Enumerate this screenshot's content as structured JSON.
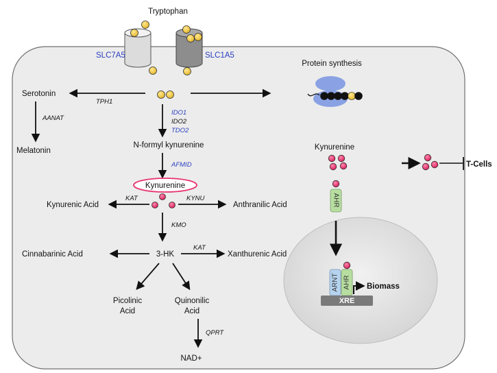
{
  "colors": {
    "cell_fill": "#ececec",
    "nucleus_fill": "#e2e2e2",
    "tryptophan_yellow": "#f3d060",
    "kynurenine_pink": "#e8336e",
    "enzyme_blue": "#2a3fbf",
    "ribosome_blue": "#8aa2e3",
    "ahr_green": "#b7dea0",
    "arnt_blue": "#b6d3ee",
    "xre_gray": "#7a7a7a"
  },
  "top": {
    "tryptophan": "Tryptophan"
  },
  "transporters": {
    "slc7a5": "SLC7A5",
    "slc1a5": "SLC1A5"
  },
  "serotonin_branch": {
    "serotonin": "Serotonin",
    "tph1": "TPH1",
    "aanat": "AANAT",
    "melatonin": "Melatonin"
  },
  "main_pathway": {
    "ido1": "IDO1",
    "ido2": "IDO2",
    "tdo2": "TDO2",
    "n_formyl": "N-formyl kynurenine",
    "afmid": "AFMID",
    "kynurenine": "Kynurenine",
    "kat": "KAT",
    "kynurenic_acid": "Kynurenic Acid",
    "kynu": "KYNU",
    "anthranilic_acid": "Anthranilic Acid",
    "kmo": "KMO",
    "three_hk": "3-HK",
    "cinnabarinic_acid": "Cinnabarinic Acid",
    "kat2": "KAT",
    "xanthurenic_acid": "Xanthurenic  Acid",
    "picolinic_1": "Picolinic",
    "picolinic_2": "Acid",
    "quinolinic_1": "Quinonilic",
    "quinolinic_2": "Acid",
    "qprt": "QPRT",
    "nad": "NAD+"
  },
  "right_side": {
    "protein_synthesis": "Protein synthesis",
    "kynurenine": "Kynurenine",
    "ahr": "AHR",
    "arnt": "ARNT",
    "ahr_nuc": "AHR",
    "xre": "XRE",
    "biomass": "Biomass",
    "t_cells": "T-Cells"
  }
}
